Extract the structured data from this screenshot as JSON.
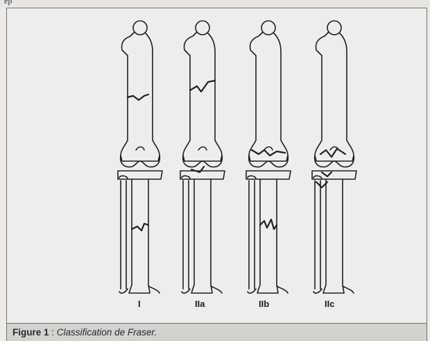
{
  "page_fragment": "ep",
  "labels": [
    "I",
    "IIa",
    "IIb",
    "IIc"
  ],
  "caption": {
    "number": "Figure 1",
    "separator": " : ",
    "text": "Classification de Fraser."
  },
  "colors": {
    "ink": "#1f1f1f",
    "paper": "#ededeb",
    "caption_bg": "#d3d2cf"
  }
}
